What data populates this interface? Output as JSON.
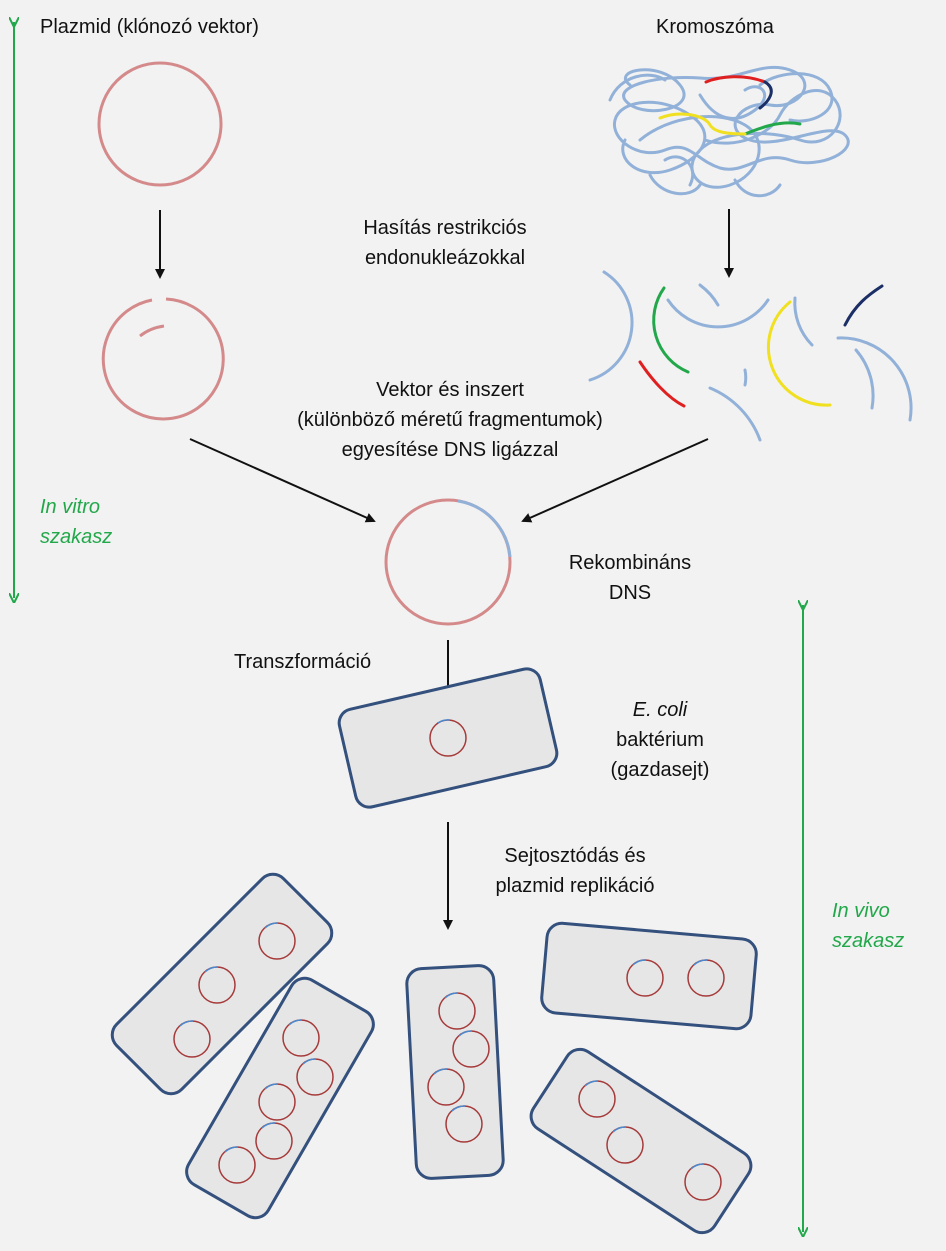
{
  "labels": {
    "plasmid_title": "Plazmid (klónozó vektor)",
    "chromosome_title": "Kromoszóma",
    "restriction_line1": "Hasítás restrikciós",
    "restriction_line2": "endonukleázokkal",
    "ligation_line1": "Vektor és inszert",
    "ligation_line2": "(különböző méretű fragmentumok)",
    "ligation_line3": "egyesítése DNS ligázzal",
    "recombinant_line1": "Rekombináns",
    "recombinant_line2": "DNS",
    "transformation": "Transzformáció",
    "ecoli_line1": "E. coli",
    "ecoli_line2": "baktérium",
    "ecoli_line3": "(gazdasejt)",
    "division_line1": "Sejtosztódás és",
    "division_line2": "plazmid replikáció",
    "in_vitro_line1": "In vitro",
    "in_vitro_line2": "szakasz",
    "in_vivo_line1": "In vivo",
    "in_vivo_line2": "szakasz"
  },
  "colors": {
    "background": "#f2f2f2",
    "plasmid": "#d48a8a",
    "chromosome": "#92b1d9",
    "accent_green": "#22a84a",
    "cell_fill": "#e6e6e6",
    "cell_border": "#34507d",
    "insert_red": "#e02020",
    "insert_green": "#22a84a",
    "insert_yellow": "#f0e020",
    "insert_navy": "#1b2f66"
  }
}
